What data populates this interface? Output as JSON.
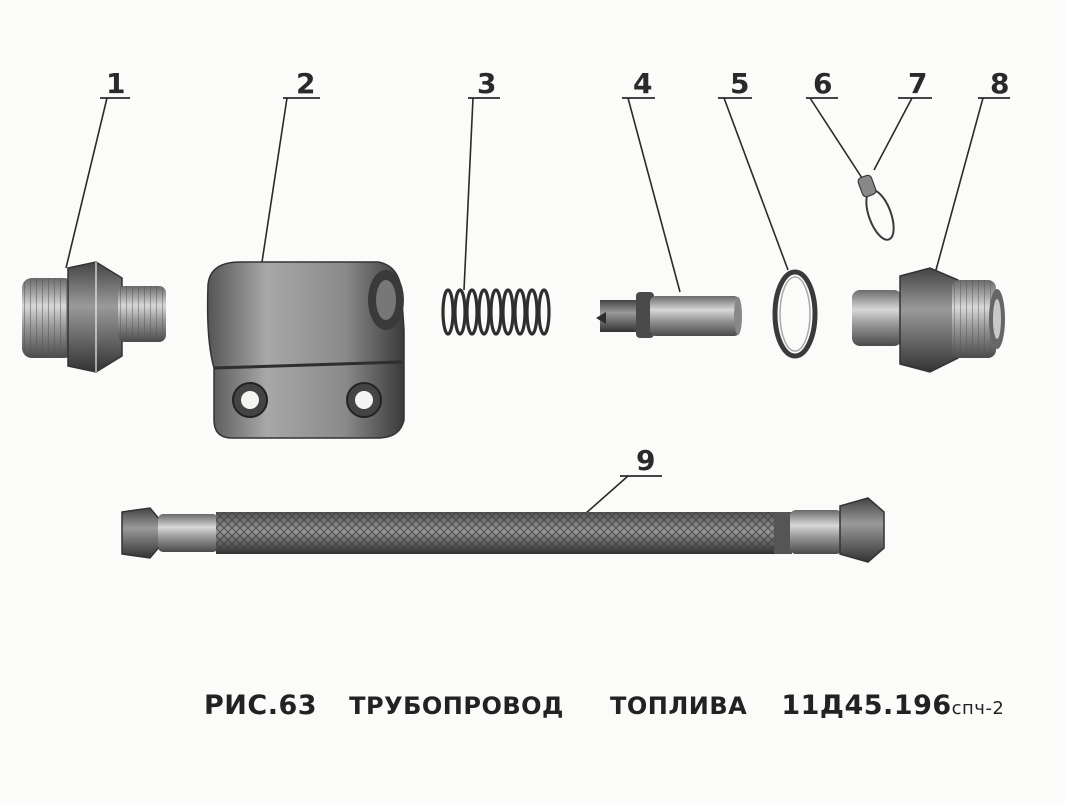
{
  "callouts": [
    "1",
    "2",
    "3",
    "4",
    "5",
    "6",
    "7",
    "8",
    "9"
  ],
  "caption": {
    "figure_label": "РИС.63",
    "title_part1": "ТРУБОПРОВОД",
    "title_part2": "ТОПЛИВА",
    "part_code": "11Д45.196",
    "part_suffix": "спч-2"
  },
  "colors": {
    "ink": "#2a2a2a",
    "metal_dark": "#5a5a5a",
    "metal_mid": "#8d8d8d",
    "metal_light": "#cfcfcf",
    "paper": "#fbfbf9"
  }
}
